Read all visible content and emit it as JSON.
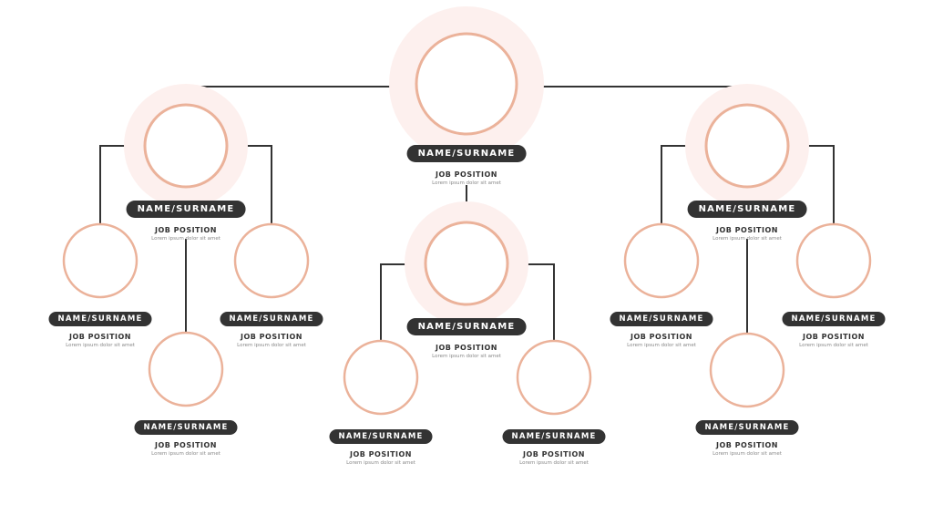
{
  "colors": {
    "accent": "#EBB29A",
    "halo": "#FDF0EE",
    "line": "#333333",
    "silhouette": "#222222"
  },
  "nodes": [
    {
      "id": "ceo",
      "name": "NAME/SURNAME",
      "job": "JOB POSITION",
      "desc": "Lorem ipsum dolor sit amet",
      "icon": "male-avatar-icon"
    },
    {
      "id": "left-manager",
      "name": "NAME/SURNAME",
      "job": "JOB POSITION",
      "desc": "Lorem ipsum dolor sit amet",
      "icon": "male-avatar-icon"
    },
    {
      "id": "right-manager",
      "name": "NAME/SURNAME",
      "job": "JOB POSITION",
      "desc": "Lorem ipsum dolor sit amet",
      "icon": "female-avatar-icon"
    },
    {
      "id": "center-manager",
      "name": "NAME/SURNAME",
      "job": "JOB POSITION",
      "desc": "Lorem ipsum dolor sit amet",
      "icon": "male-avatar-icon"
    },
    {
      "id": "left-staff-1",
      "name": "NAME/SURNAME",
      "job": "JOB POSITION",
      "desc": "Lorem ipsum dolor sit amet",
      "icon": "female-avatar-icon"
    },
    {
      "id": "left-staff-2",
      "name": "NAME/SURNAME",
      "job": "JOB POSITION",
      "desc": "Lorem ipsum dolor sit amet",
      "icon": "female-avatar-icon"
    },
    {
      "id": "left-staff-3",
      "name": "NAME/SURNAME",
      "job": "JOB POSITION",
      "desc": "Lorem ipsum dolor sit amet",
      "icon": "male-avatar-icon"
    },
    {
      "id": "center-staff-1",
      "name": "NAME/SURNAME",
      "job": "JOB POSITION",
      "desc": "Lorem ipsum dolor sit amet",
      "icon": "female-avatar-icon"
    },
    {
      "id": "center-staff-2",
      "name": "NAME/SURNAME",
      "job": "JOB POSITION",
      "desc": "Lorem ipsum dolor sit amet",
      "icon": "male-avatar-icon"
    },
    {
      "id": "right-staff-1",
      "name": "NAME/SURNAME",
      "job": "JOB POSITION",
      "desc": "Lorem ipsum dolor sit amet",
      "icon": "male-avatar-icon"
    },
    {
      "id": "right-staff-2",
      "name": "NAME/SURNAME",
      "job": "JOB POSITION",
      "desc": "Lorem ipsum dolor sit amet",
      "icon": "female-avatar-icon"
    },
    {
      "id": "right-staff-3",
      "name": "NAME/SURNAME",
      "job": "JOB POSITION",
      "desc": "Lorem ipsum dolor sit amet",
      "icon": "female-avatar-icon"
    }
  ]
}
